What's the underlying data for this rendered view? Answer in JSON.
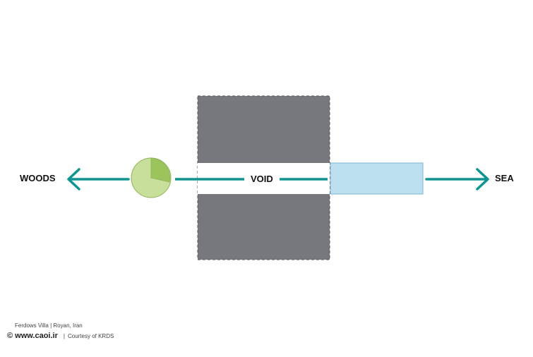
{
  "labels": {
    "woods": "WOODS",
    "void": "VOID",
    "sea": "SEA"
  },
  "caption": {
    "project": "Ferdows Villa | Royan, Iran",
    "website": "© www.caoi.ir",
    "separator": "|",
    "credit": "Courtesy of KRDS"
  },
  "colors": {
    "arrow": "#0f9490",
    "building_mass": "#77787b",
    "void_band": "#ffffff",
    "sea_block": "#bde0f0",
    "tree_light": "#c7df9a",
    "tree_dark": "#9cc45c"
  }
}
